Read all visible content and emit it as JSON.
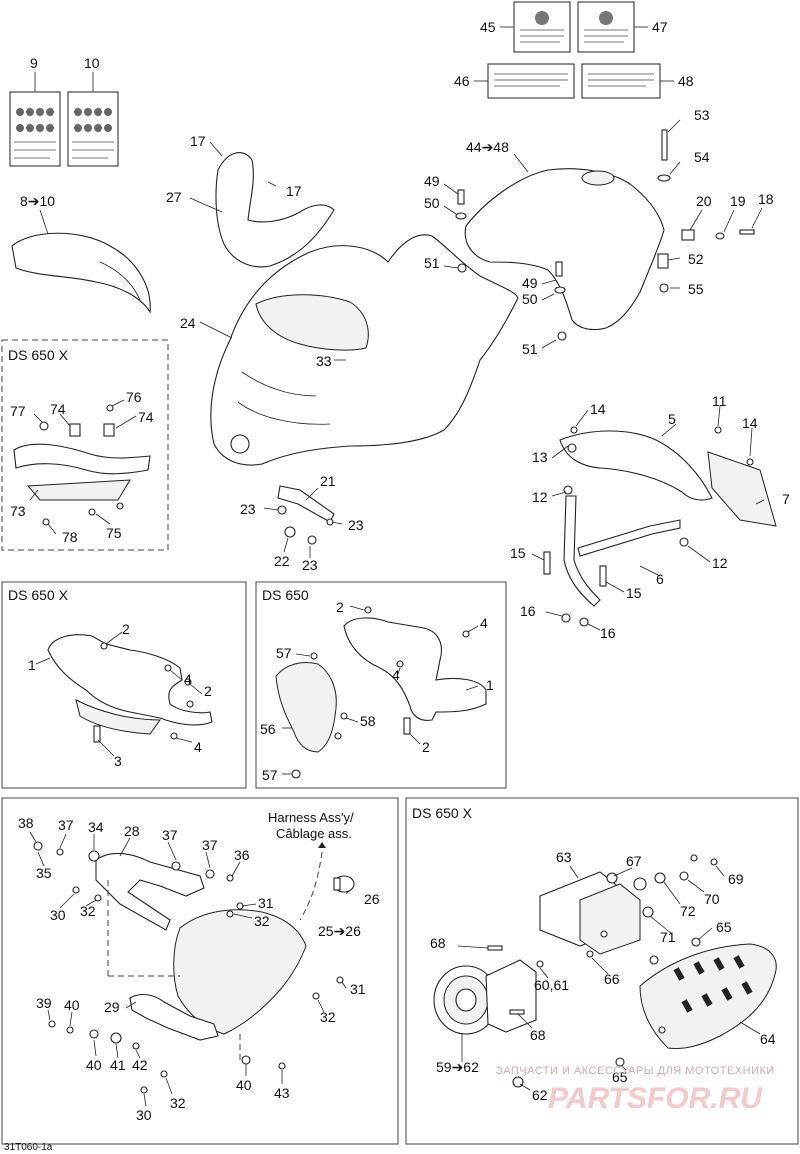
{
  "panel_titles": {
    "ds650x_left": "DS 650 X",
    "ds650x_mid": "DS 650 X",
    "ds650_mid": "DS 650",
    "ds650x_bottom": "DS 650 X"
  },
  "harness_label": {
    "line1": "Harness Ass'y/",
    "line2": "Câblage ass."
  },
  "watermark": {
    "top": "ЗАПЧАСТИ И АКСЕССУАРЫ ДЛЯ МОТОТЕХНИКИ",
    "brand": "PARTSFOR.RU"
  },
  "figure_ref": "31T060-1a",
  "callouts": {
    "c45": "45",
    "c47": "47",
    "c46": "46",
    "c48": "48",
    "c9": "9",
    "c10": "10",
    "c8to10": "8➔10",
    "c17a": "17",
    "c17b": "17",
    "c27": "27",
    "c53": "53",
    "c54": "54",
    "c44to48": "44➔48",
    "c49a": "49",
    "c50a": "50",
    "c51a": "51",
    "c20": "20",
    "c19": "19",
    "c18": "18",
    "c52": "52",
    "c55": "55",
    "c49b": "49",
    "c50b": "50",
    "c51b": "51",
    "c24": "24",
    "c33": "33",
    "c77": "77",
    "c74a": "74",
    "c76": "76",
    "c74b": "74",
    "c73": "73",
    "c78": "78",
    "c75": "75",
    "c21": "21",
    "c23a": "23",
    "c23b": "23",
    "c22": "22",
    "c23c": "23",
    "c14a": "14",
    "c5": "5",
    "c11": "11",
    "c14b": "14",
    "c13": "13",
    "c12a": "12",
    "c7": "7",
    "c15a": "15",
    "c12b": "12",
    "c6": "6",
    "c15b": "15",
    "c16a": "16",
    "c16b": "16",
    "l2a": "2",
    "l1": "1",
    "l4a": "4",
    "l2b": "2",
    "l4b": "4",
    "l3": "3",
    "m2a": "2",
    "m4a": "4",
    "m57a": "57",
    "m4b": "4",
    "m1": "1",
    "m56": "56",
    "m58": "58",
    "m2b": "2",
    "m57b": "57",
    "b38": "38",
    "b37a": "37",
    "b34": "34",
    "b28": "28",
    "b37b": "37",
    "b37c": "37",
    "b36": "36",
    "b35": "35",
    "b30a": "30",
    "b32a": "32",
    "b31a": "31",
    "b32b": "32",
    "b25to26": "25➔26",
    "b26": "26",
    "b39": "39",
    "b40a": "40",
    "b29": "29",
    "b31b": "31",
    "b32c": "32",
    "b40b": "40",
    "b41": "41",
    "b42": "42",
    "b40c": "40",
    "b43": "43",
    "b30b": "30",
    "b32d": "32",
    "r63": "63",
    "r67": "67",
    "r69": "69",
    "r70": "70",
    "r72": "72",
    "r71": "71",
    "r65a": "65",
    "r68a": "68",
    "r66": "66",
    "r6061": "60,61",
    "r64": "64",
    "r68b": "68",
    "r59to62": "59➔62",
    "r65b": "65",
    "r62": "62"
  }
}
